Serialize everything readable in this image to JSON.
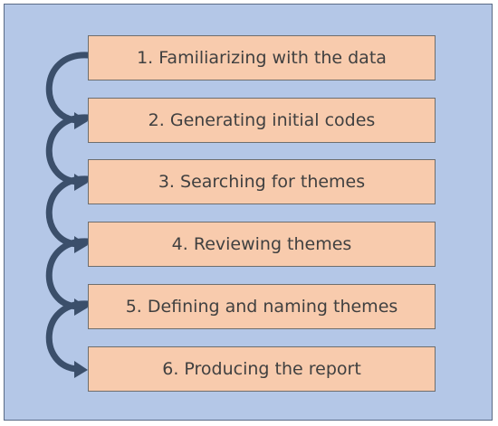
{
  "diagram": {
    "steps": [
      "1. Familiarizing with the data",
      "2. Generating initial codes",
      "3. Searching for themes",
      "4. Reviewing themes",
      "5. Defining and naming themes",
      "6. Producing the report"
    ],
    "colors": {
      "background": "#b4c7e7",
      "box_fill": "#f8cbad",
      "box_border": "#6e6e6e",
      "arrow": "#3b4f6b",
      "text": "#404040"
    }
  }
}
